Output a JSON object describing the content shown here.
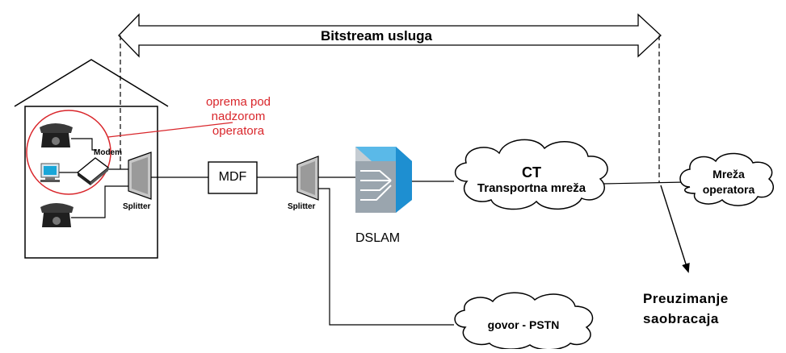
{
  "bitstream_label": "Bitstream usluga",
  "equipment_note": [
    "oprema pod",
    "nadzorom",
    "operatora"
  ],
  "modem_label": "Modem",
  "splitter_home_label": "Splitter",
  "mdf_label": "MDF",
  "splitter_exchange_label": "Splitter",
  "dslam_label": "DSLAM",
  "ct_cloud": {
    "title": "CT",
    "subtitle": "Transportna mreža"
  },
  "operator_cloud": [
    "Mreža",
    "operatora"
  ],
  "pstn_cloud": "govor - PSTN",
  "handover_label": [
    "Preuzimanje",
    "saobracaja"
  ],
  "icons": [
    "telephone-icon",
    "computer-icon",
    "modem-icon",
    "splitter-icon",
    "dslam-icon",
    "cloud-icon"
  ],
  "colors": {
    "line": "#000000",
    "note_red": "#d9262b",
    "dslam_blue": "#1e8fd1",
    "dslam_face": "#9aa5ae"
  }
}
